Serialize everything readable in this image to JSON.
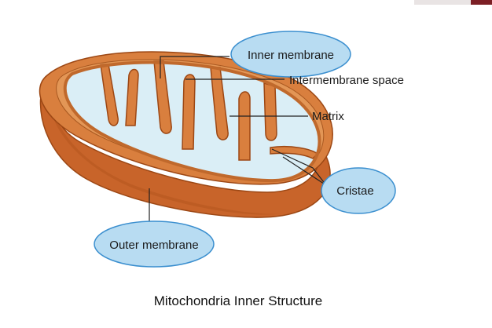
{
  "title": "Mitochondria Inner Structure",
  "labels": {
    "inner_membrane": "Inner membrane",
    "intermembrane_space": "Intermembrane space",
    "matrix": "Matrix",
    "cristae": "Cristae",
    "outer_membrane": "Outer membrane"
  },
  "colors": {
    "outer_membrane": "#c8642a",
    "outer_membrane_dark": "#9c4714",
    "inner_membrane": "#d97f3e",
    "matrix": "#daeef6",
    "bubble_fill": "#b8dcf2",
    "bubble_stroke": "#3b8fcf",
    "leader_line": "#222222"
  }
}
